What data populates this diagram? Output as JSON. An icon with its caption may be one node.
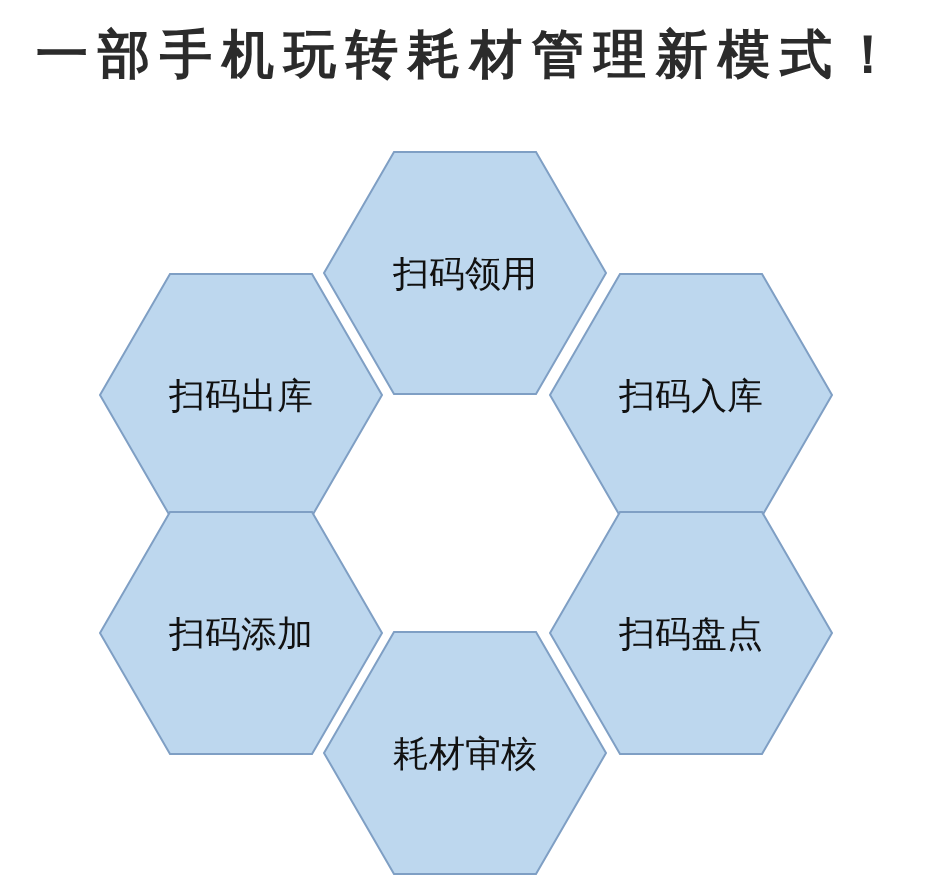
{
  "diagram": {
    "title": "一部手机玩转耗材管理新模式！",
    "nodes": [
      {
        "text": [
          "扫码领用"
        ]
      },
      {
        "text": [
          "扫码出库"
        ]
      },
      {
        "text": [
          "扫码入库"
        ]
      },
      {
        "text": [
          "扫码添加"
        ]
      },
      {
        "text": [
          "扫码盘点"
        ]
      },
      {
        "text": [
          "耗材审核"
        ]
      }
    ]
  }
}
